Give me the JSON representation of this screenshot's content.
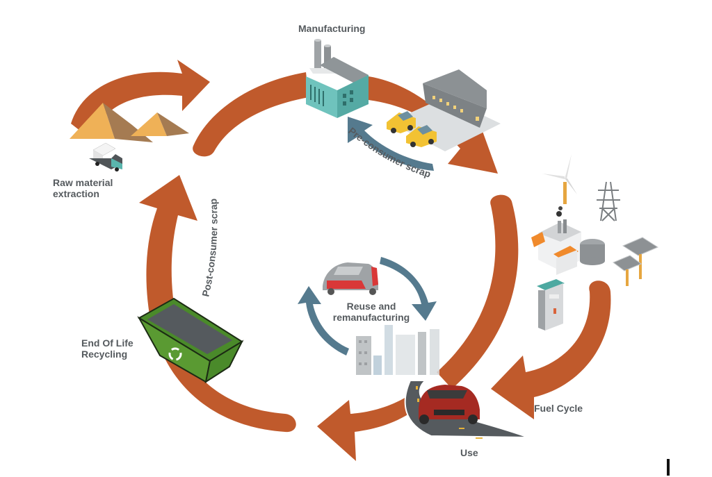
{
  "title": "Vehicle material life cycle",
  "colors": {
    "main_arrow": "#c05a2c",
    "inner_arrow": "#557a8e",
    "label_text": "#555a5e"
  },
  "stages": {
    "manufacturing": "Manufacturing",
    "raw_material": [
      "Raw material",
      "extraction"
    ],
    "pre_consumer": "Pre-consumer scrap",
    "post_consumer": "Post-consumer scrap",
    "reuse": [
      "Reuse and",
      "remanufacturing"
    ],
    "end_of_life": [
      "End Of Life",
      "Recycling"
    ],
    "fuel_cycle": "Fuel Cycle",
    "use": "Use"
  },
  "icons": [
    "factory-icon",
    "warehouse-icon",
    "cars-icon",
    "sand-pile-icon",
    "truck-icon",
    "wind-turbine-icon",
    "power-pylon-icon",
    "power-plant-icon",
    "solar-panel-icon",
    "fuel-pump-icon",
    "red-car-icon",
    "city-buildings-icon",
    "road-car-icon",
    "recycling-skip-icon"
  ]
}
